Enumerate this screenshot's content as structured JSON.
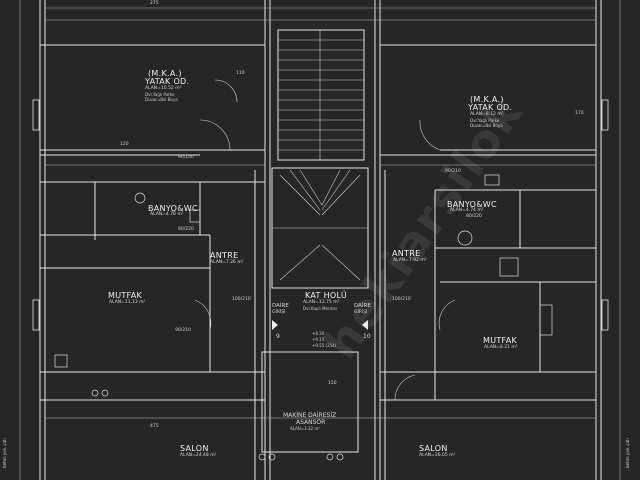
{
  "rooms": {
    "mka_left": {
      "line1": "(M.K.A.)",
      "name": "YATAK OD.",
      "area": "ALAN=10.52 m²",
      "spec": "Dvr.Yağlı Parke",
      "spec2": "Duvar=Bsl.Boya"
    },
    "mka_right": {
      "line1": "(M.K.A.)",
      "name": "YATAK OD.",
      "area": "ALAN=8.12 m²",
      "spec": "Dvr.Yağlı Parke",
      "spec2": "Duvar=Bsl.Boya"
    },
    "banyo_left": {
      "name": "BANYO&WC",
      "area": "ALAN=4.78 m²"
    },
    "banyo_right": {
      "name": "BANYO&WC",
      "area": "ALAN=4.74 m²"
    },
    "entre_left": {
      "name": "ANTRE",
      "area": "ALAN=7.26 m²"
    },
    "entre_right": {
      "name": "ANTRE",
      "area": "ALAN=7.92 m²"
    },
    "mutfak_left": {
      "name": "MUTFAK",
      "area": "ALAN=11.13 m²"
    },
    "mutfak_right": {
      "name": "MUTFAK",
      "area": "ALAN=8.21 m²"
    },
    "kat_holu": {
      "name": "KAT HOLÜ",
      "area": "ALAN=13.75 m²",
      "spec": "Dvr.Kaplı Mermer"
    },
    "daire_left": {
      "name": "DAİRE",
      "sub": "GİRİŞİ",
      "num": "9"
    },
    "daire_right": {
      "name": "DAİRE",
      "sub": "GİRİŞİ",
      "num": "10"
    },
    "makine": {
      "line1": "MAKİNE DAİRESİZ",
      "line2": "ASANSÖR",
      "area": "ALAN=3.32 m²"
    },
    "salon_left": {
      "name": "SALON",
      "area": "ALAN=24.48 m²"
    },
    "salon_right": {
      "name": "SALON",
      "area": "ALAN=26.05 m²"
    }
  },
  "dims": {
    "d1": "275",
    "d2": "90/150",
    "d3": "120",
    "d4": "90/210",
    "d5": "80/220",
    "d6": "100/210",
    "d7": "90/210",
    "d8": "150",
    "d9": "475",
    "d10": "80/220",
    "d11": "100/210",
    "d12": "110",
    "d13": "170"
  },
  "elevations": {
    "e1": "+8.30",
    "e2": "+9.15",
    "e3": "+9.55 (254)"
  },
  "watermark": "hekiarsilok",
  "side_labels": {
    "left": "beton yalı. çatı",
    "right": "beton yalı. çatı"
  }
}
